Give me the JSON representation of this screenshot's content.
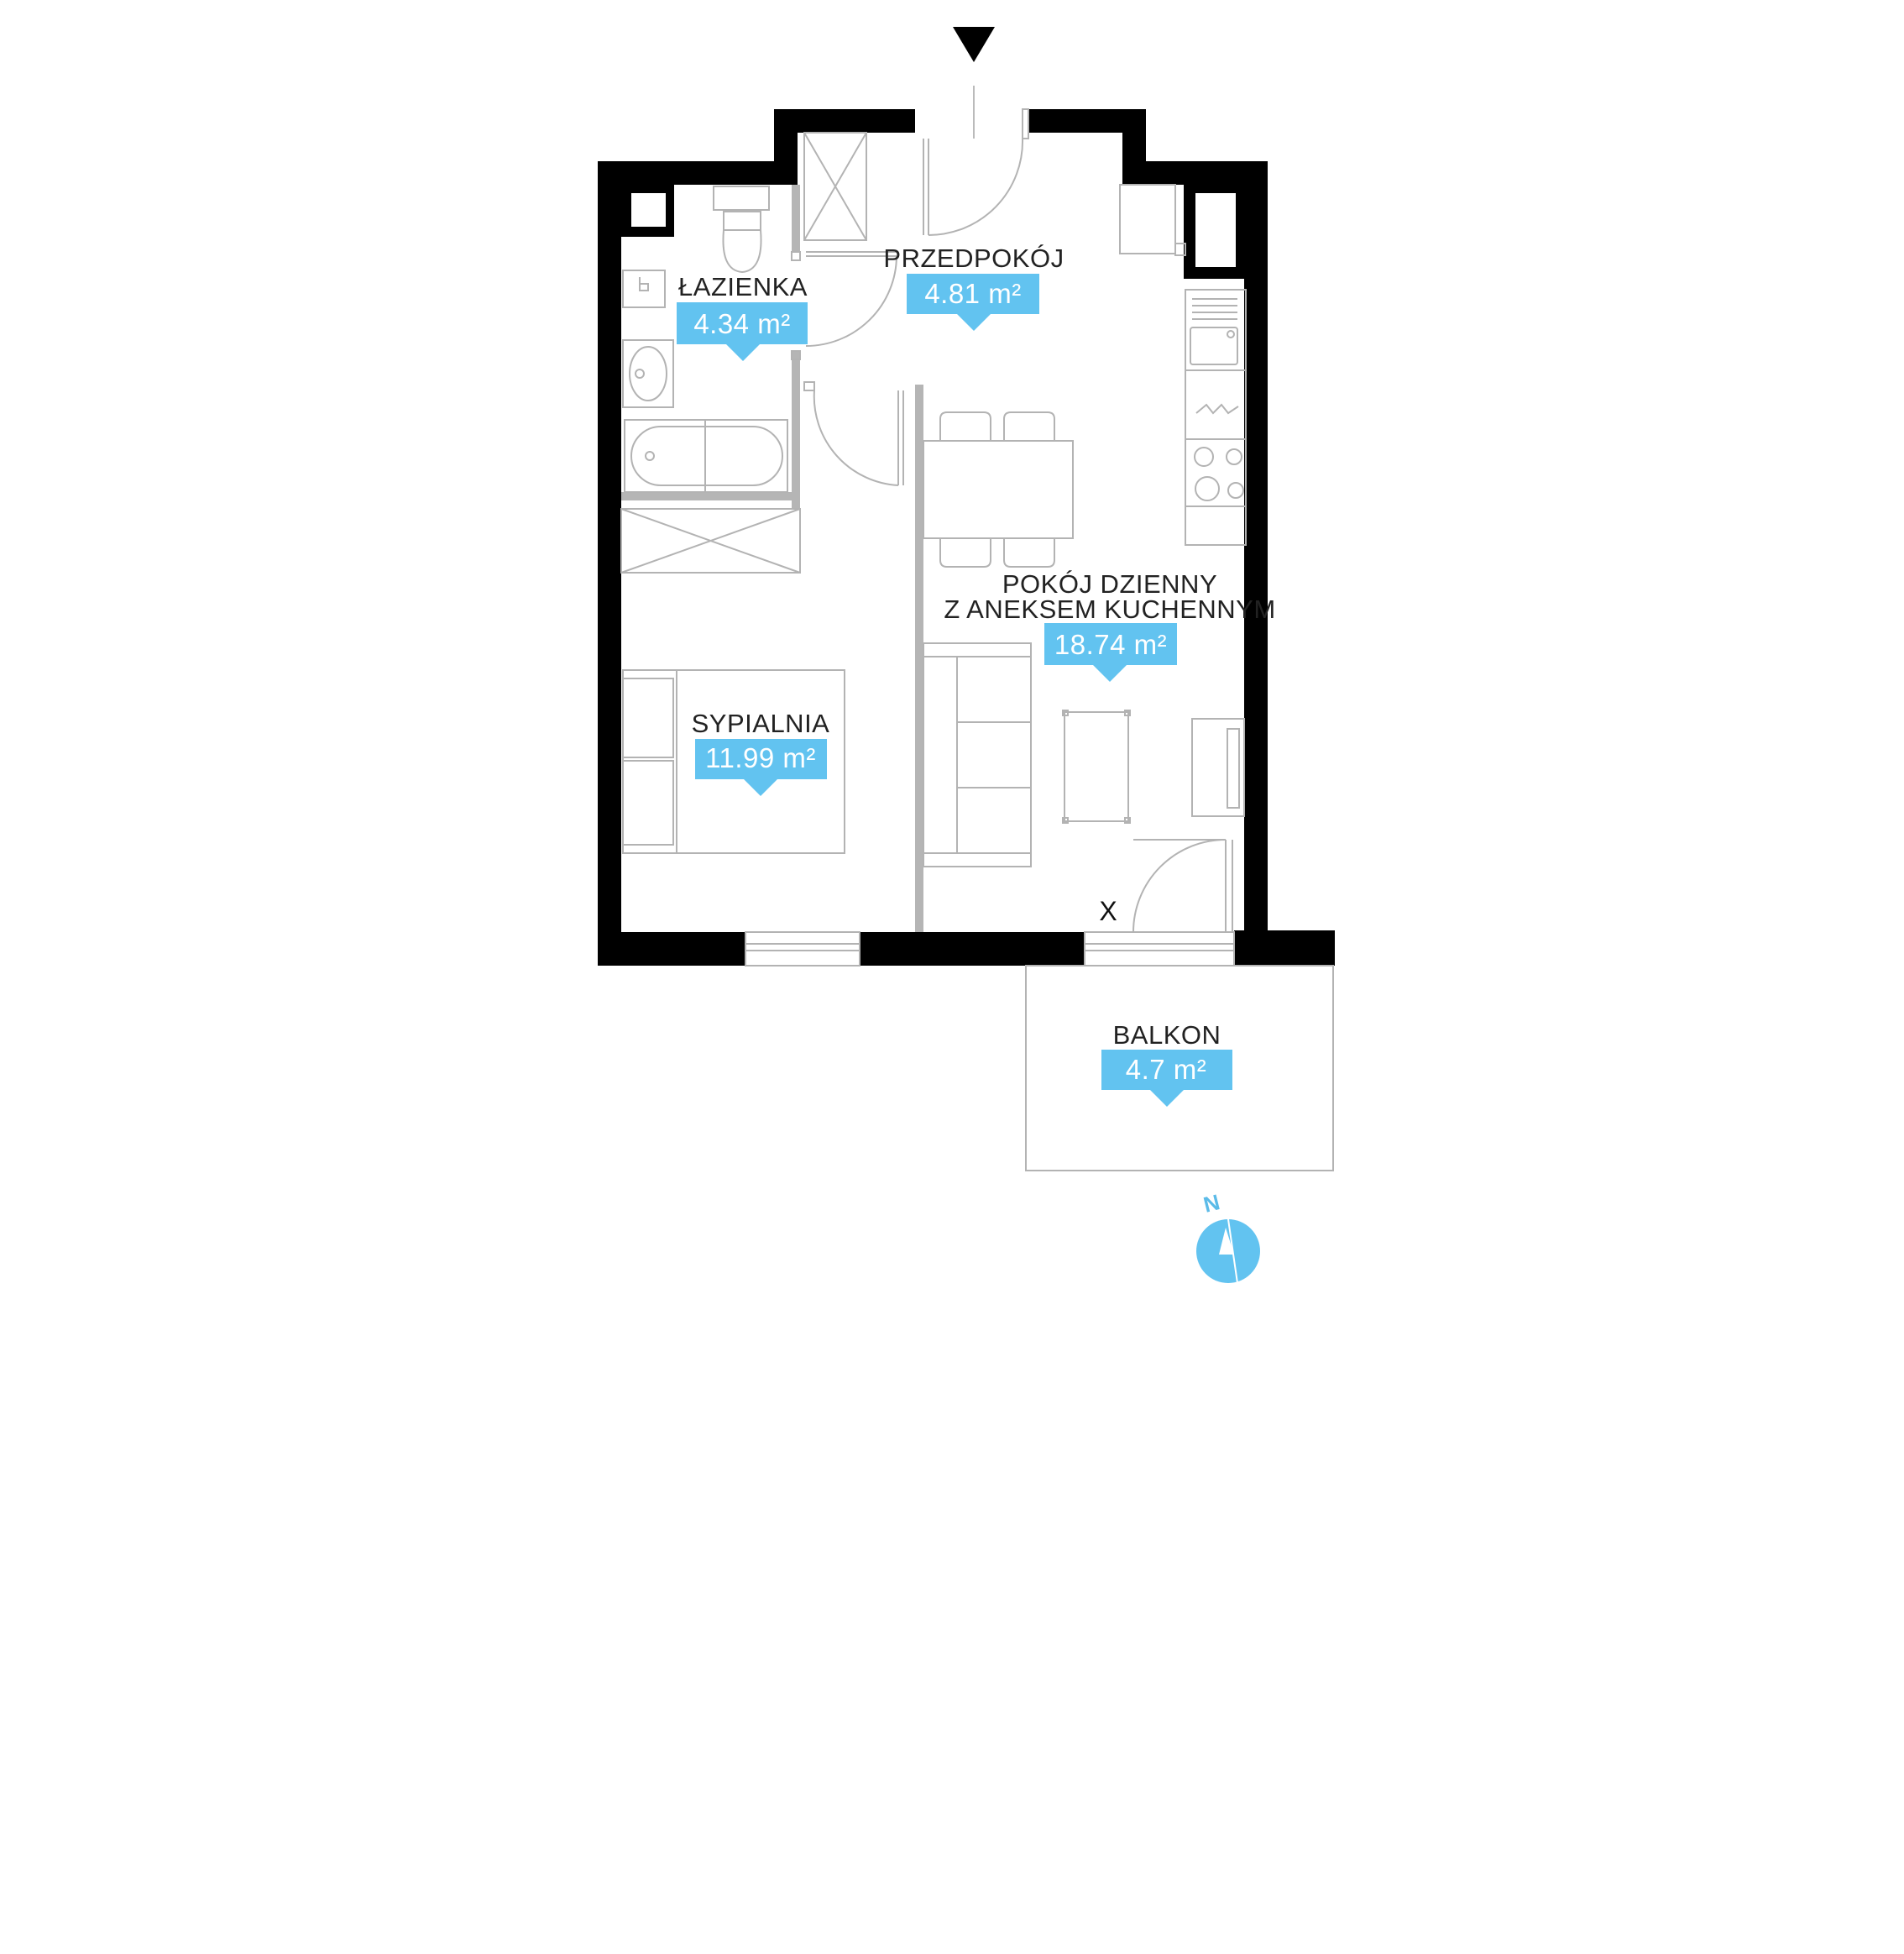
{
  "rooms": {
    "lazienka": {
      "name": "ŁAZIENKA",
      "area": "4.34 m²"
    },
    "przedpokoj": {
      "name": "PRZEDPOKÓJ",
      "area": "4.81 m²"
    },
    "pokoj_dzienny": {
      "name_line1": "POKÓJ DZIENNY",
      "name_line2": "Z ANEKSEM KUCHENNYM",
      "area": "18.74 m²"
    },
    "sypialnia": {
      "name": "SYPIALNIA",
      "area": "11.99 m²"
    },
    "balkon": {
      "name": "BALKON",
      "area": "4.7 m²"
    }
  },
  "compass": {
    "label": "N"
  },
  "marker": {
    "label": "X"
  },
  "colors": {
    "label_blue": "#62c3f0",
    "wall": "#000000",
    "fixture": "#b3b3b3",
    "compass": "#62c3f0"
  }
}
